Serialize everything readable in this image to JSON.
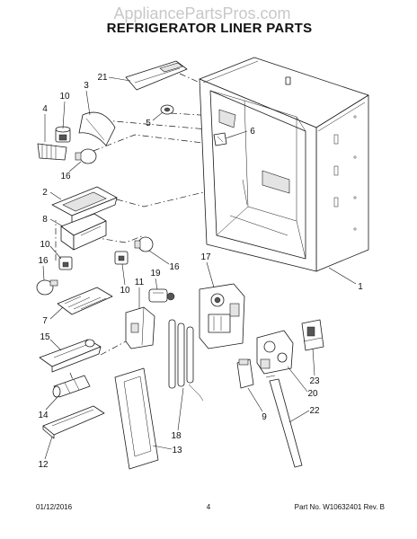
{
  "watermark": "AppliancePartsPros.com",
  "title": "REFRIGERATOR LINER PARTS",
  "callouts": [
    "21",
    "10",
    "3",
    "4",
    "5",
    "6",
    "16",
    "2",
    "8",
    "10",
    "16",
    "17",
    "16",
    "19",
    "11",
    "10",
    "7",
    "1",
    "15",
    "23",
    "20",
    "22",
    "9",
    "14",
    "18",
    "13",
    "12"
  ],
  "footer": {
    "date": "01/12/2016",
    "page": "4",
    "part_no": "Part No. W10632401 Rev. B"
  }
}
